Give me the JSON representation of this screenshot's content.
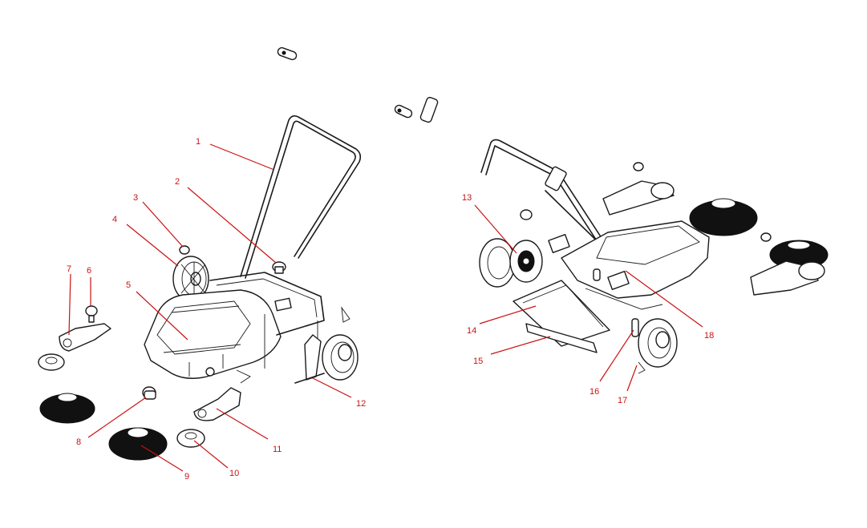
{
  "diagram": {
    "leader_color": "#cc1111",
    "label_color": "#cc1111",
    "line_color": "#1a1a1a"
  },
  "callouts": [
    {
      "id": 1,
      "label": "1"
    },
    {
      "id": 2,
      "label": "2"
    },
    {
      "id": 3,
      "label": "3"
    },
    {
      "id": 4,
      "label": "4"
    },
    {
      "id": 5,
      "label": "5"
    },
    {
      "id": 6,
      "label": "6"
    },
    {
      "id": 7,
      "label": "7"
    },
    {
      "id": 8,
      "label": "8"
    },
    {
      "id": 9,
      "label": "9"
    },
    {
      "id": 10,
      "label": "10"
    },
    {
      "id": 11,
      "label": "11"
    },
    {
      "id": 12,
      "label": "12"
    },
    {
      "id": 13,
      "label": "13"
    },
    {
      "id": 14,
      "label": "14"
    },
    {
      "id": 15,
      "label": "15"
    },
    {
      "id": 16,
      "label": "16"
    },
    {
      "id": 17,
      "label": "17"
    },
    {
      "id": 18,
      "label": "18"
    }
  ]
}
